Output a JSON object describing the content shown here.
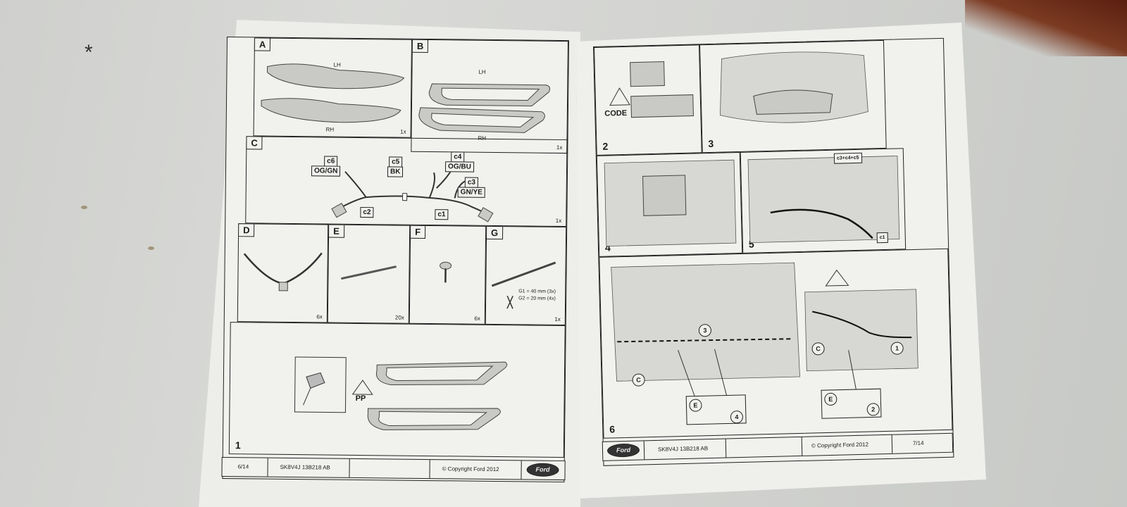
{
  "left_page": {
    "panel_a": {
      "tag": "A",
      "lh": "LH",
      "rh": "RH",
      "qty": "1x"
    },
    "panel_b": {
      "tag": "B",
      "lh": "LH",
      "rh": "RH",
      "qty": "1x"
    },
    "panel_c": {
      "tag": "C",
      "qty": "1x",
      "connectors": {
        "c6": "c6",
        "c6_color": "OG/GN",
        "c5": "c5",
        "c5_color": "BK",
        "c4": "c4",
        "c4_color": "OG/BU",
        "c3": "c3",
        "c3_color": "GN/YE",
        "c2": "c2",
        "c1": "c1"
      }
    },
    "panel_d": {
      "tag": "D",
      "qty": "6x"
    },
    "panel_e": {
      "tag": "E",
      "qty": "20x"
    },
    "panel_f": {
      "tag": "F",
      "qty": "6x"
    },
    "panel_g": {
      "tag": "G",
      "qty": "1x",
      "g1": "G1 = 40 mm (3x)",
      "g2": "G2 = 20 mm (4x)"
    },
    "step1": {
      "number": "1",
      "warning": "PP"
    },
    "footer": {
      "page": "6/14",
      "part": "SK8V4J 13B218 AB",
      "copyright": "© Copyright Ford 2012",
      "logo": "Ford"
    }
  },
  "right_page": {
    "step2": {
      "number": "2",
      "code": "CODE"
    },
    "step3": {
      "number": "3"
    },
    "step4": {
      "number": "4"
    },
    "step5": {
      "number": "5",
      "callout": "c3+c4+c5",
      "c1": "c1"
    },
    "step6": {
      "number": "6",
      "c": "C",
      "e": "E",
      "three": "3",
      "one": "1",
      "two": "2",
      "four": "4"
    },
    "footer": {
      "logo": "Ford",
      "part": "SK8V4J 13B218 AB",
      "copyright": "© Copyright Ford 2012",
      "page": "7/14"
    }
  }
}
